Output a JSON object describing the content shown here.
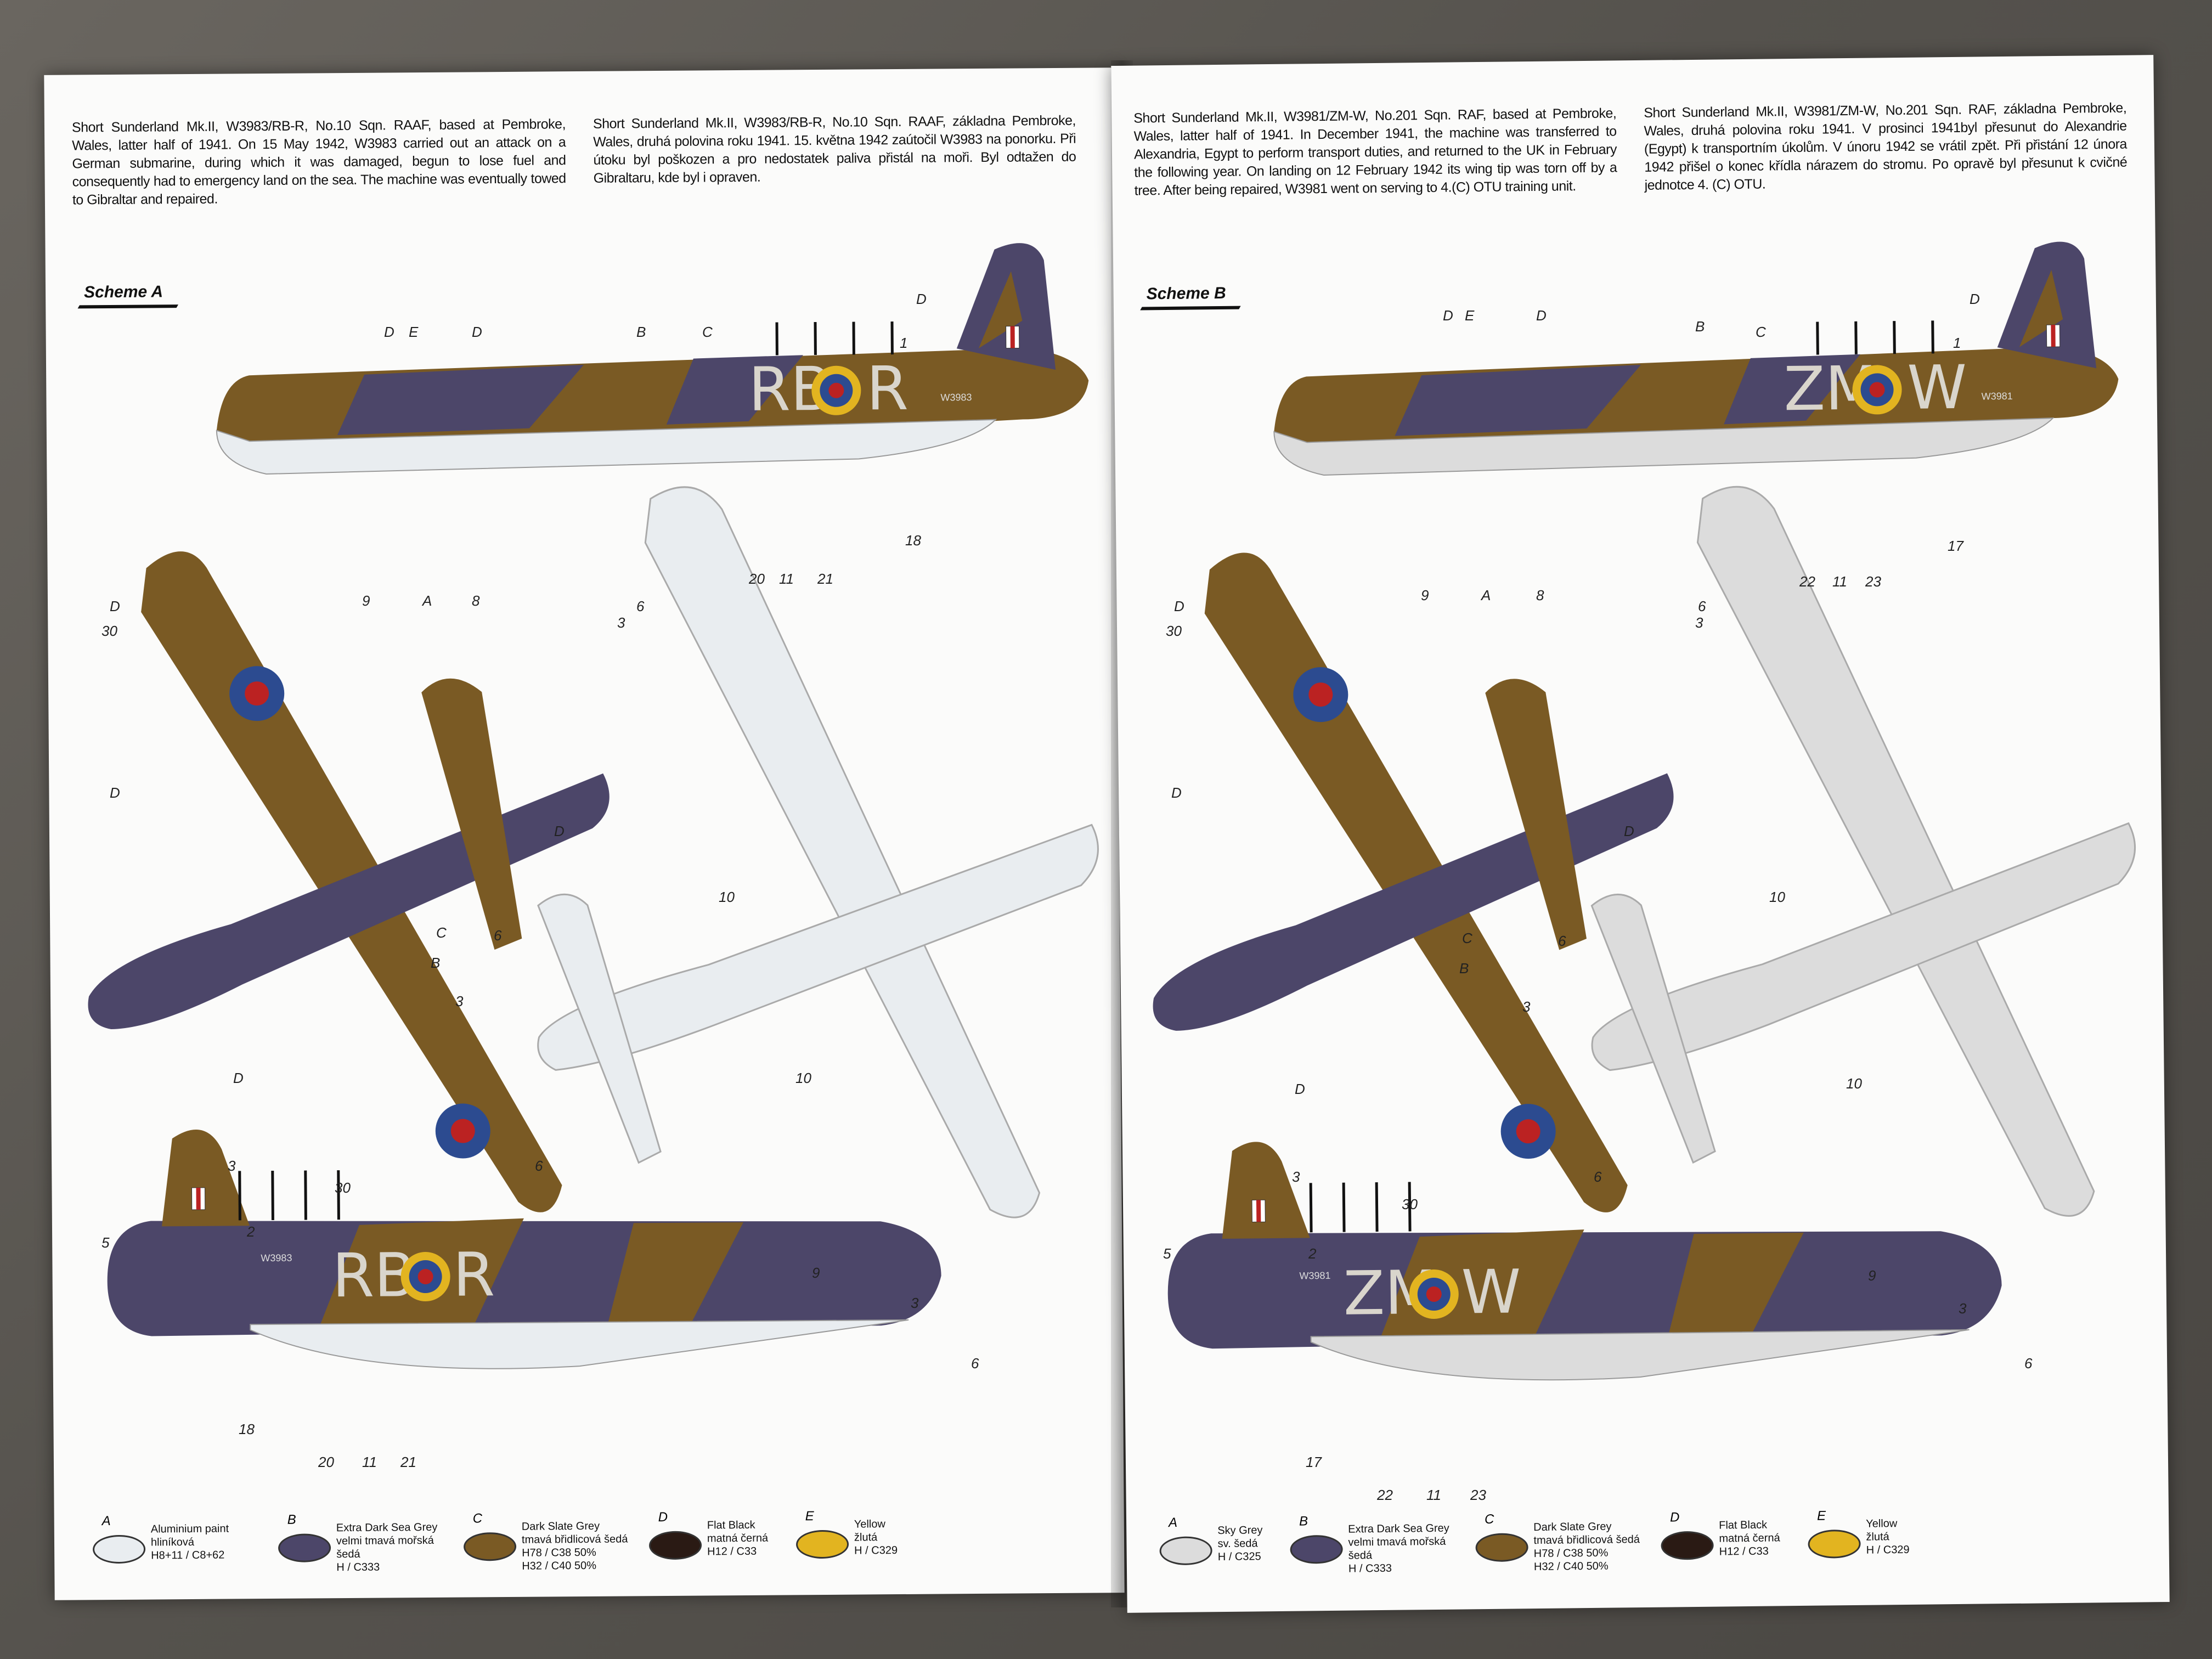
{
  "left_page": {
    "text_en": "Short Sunderland Mk.II, W3983/RB-R, No.10 Sqn. RAAF, based at Pembroke, Wales, latter half of 1941. On 15 May 1942, W3983 carried out an attack on a German submarine, during which it was damaged, begun to lose fuel and consequently had to emergency land on the sea. The machine was eventually towed to Gibraltar and repaired.",
    "text_cz": "Short Sunderland Mk.II, W3983/RB-R, No.10 Sqn. RAAF, základna Pembroke, Wales, druhá polovina roku 1941. 15. května 1942 zaútočil W3983 na ponorku. Při útoku byl poškozen a pro nedostatek paliva přistál na moři. Byl odtažen do Gibraltaru, kde byl i opraven.",
    "scheme_label": "Scheme",
    "scheme_letter": "A",
    "code_left": "RB",
    "code_right": "R",
    "serial": "W3983",
    "legend": [
      {
        "letter": "A",
        "lines": [
          "Aluminium paint",
          "hliníková",
          "H8+11 / C8+62"
        ],
        "color": "#e9edf0"
      },
      {
        "letter": "B",
        "lines": [
          "Extra Dark Sea Grey",
          "velmi tmavá mořská šedá",
          "H / C333"
        ],
        "color": "#4c4669"
      },
      {
        "letter": "C",
        "lines": [
          "Dark Slate Grey",
          "tmavá břidlicová šedá",
          "H78 / C38 50%",
          "H32 / C40 50%"
        ],
        "color": "#7a5a24"
      },
      {
        "letter": "D",
        "lines": [
          "Flat Black",
          "matná černá",
          "H12 / C33"
        ],
        "color": "#2a1a14"
      },
      {
        "letter": "E",
        "lines": [
          "Yellow",
          "žlutá",
          "H / C329"
        ],
        "color": "#e2b420"
      }
    ]
  },
  "right_page": {
    "text_en": "Short Sunderland Mk.II, W3981/ZM-W, No.201 Sqn. RAF, based at Pembroke, Wales, latter half of 1941. In December 1941, the machine was transferred to Alexandria, Egypt to perform transport duties, and returned to the UK in February the following year. On landing on 12 February 1942 its wing tip was torn off by a tree. After being repaired, W3981 went on serving to 4.(C) OTU training unit.",
    "text_cz": "Short Sunderland Mk.II, W3981/ZM-W, No.201 Sqn. RAF, základna Pembroke, Wales, druhá polovina roku 1941. V prosinci 1941byl přesunut do Alexandrie (Egypt) k transportním úkolům. V únoru 1942 se vrátil zpět. Při přistání 12 února 1942 přišel o konec křídla nárazem do stromu. Po opravě byl přesunut k cvičné jednotce 4. (C) OTU.",
    "scheme_label": "Scheme",
    "scheme_letter": "B",
    "code_left": "ZM",
    "code_right": "W",
    "serial": "W3981",
    "legend": [
      {
        "letter": "A",
        "lines": [
          "Sky Grey",
          "sv. šedá",
          "H / C325"
        ],
        "color": "#dcdcdc"
      },
      {
        "letter": "B",
        "lines": [
          "Extra Dark Sea Grey",
          "velmi tmavá mořská šedá",
          "H / C333"
        ],
        "color": "#4c4669"
      },
      {
        "letter": "C",
        "lines": [
          "Dark Slate Grey",
          "tmavá břidlicová šedá",
          "H78 / C38 50%",
          "H32 / C40 50%"
        ],
        "color": "#7a5a24"
      },
      {
        "letter": "D",
        "lines": [
          "Flat Black",
          "matná černá",
          "H12 / C33"
        ],
        "color": "#2a1a14"
      },
      {
        "letter": "E",
        "lines": [
          "Yellow",
          "žlutá",
          "H / C329"
        ],
        "color": "#e2b420"
      }
    ]
  },
  "callouts_left": [
    "D",
    "E",
    "D",
    "B",
    "C",
    "D",
    "1",
    "9",
    "A",
    "8",
    "20",
    "11",
    "21",
    "18",
    "D",
    "30",
    "6",
    "3",
    "D",
    "D",
    "10",
    "C",
    "B",
    "6",
    "3",
    "10",
    "D",
    "3",
    "6",
    "30",
    "5",
    "2",
    "9",
    "3",
    "6",
    "18",
    "20",
    "11",
    "21"
  ],
  "callouts_right": [
    "D",
    "E",
    "D",
    "B",
    "C",
    "D",
    "1",
    "9",
    "A",
    "8",
    "22",
    "11",
    "23",
    "17",
    "D",
    "30",
    "6",
    "3",
    "D",
    "D",
    "10",
    "C",
    "B",
    "6",
    "3",
    "10",
    "D",
    "3",
    "6",
    "30",
    "5",
    "2",
    "9",
    "3",
    "6",
    "17",
    "22",
    "11",
    "23"
  ]
}
